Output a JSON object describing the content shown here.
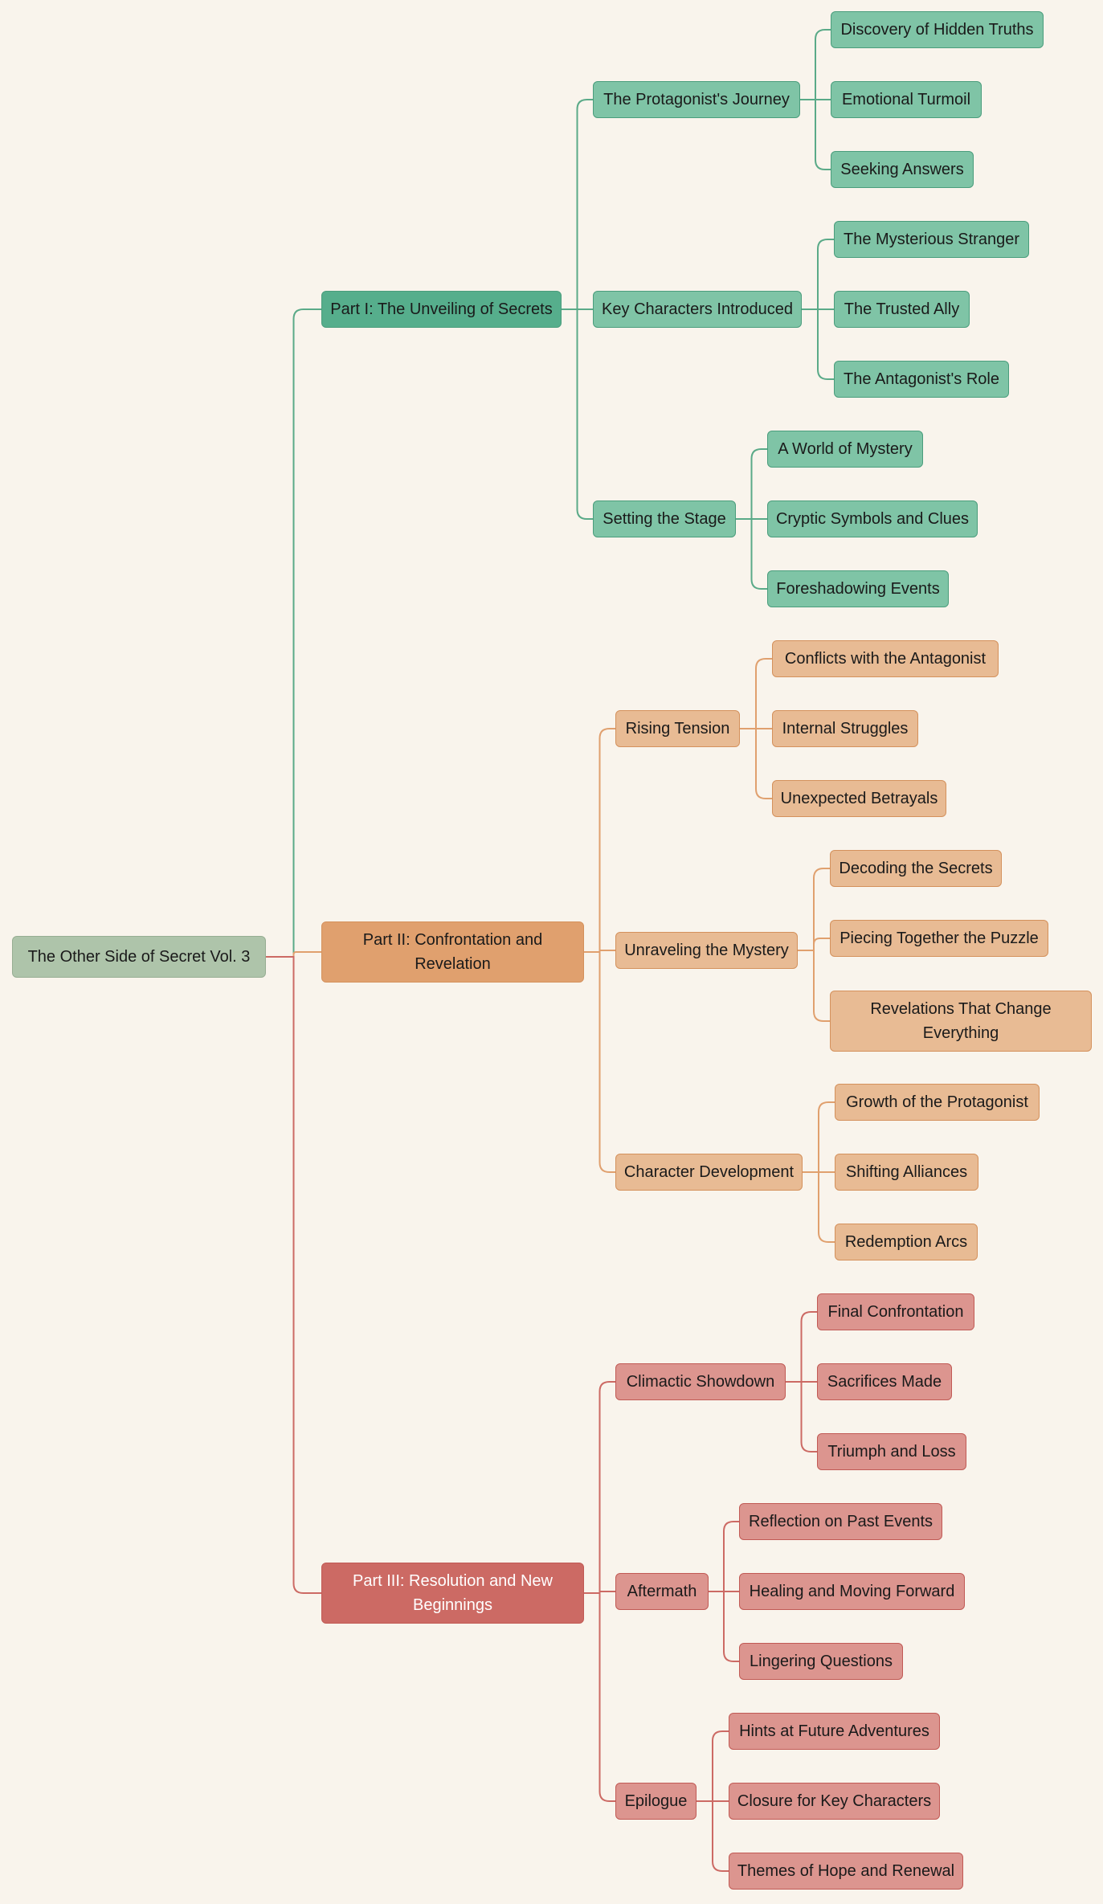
{
  "colors": {
    "background": "#f9f4ec",
    "root": {
      "fill": "#aec4aa",
      "border": "#97ae93",
      "text": "#1a1a1a"
    },
    "part1": {
      "main": "#56ae8c",
      "sub": "#7fc4a6",
      "border": "#4a9d7c",
      "line": "#5aaa88",
      "text": "#1a1a1a"
    },
    "part2": {
      "main": "#e0a06e",
      "sub": "#e8bb94",
      "border": "#d4915c",
      "line": "#e0a06e",
      "text": "#1a1a1a"
    },
    "part3": {
      "main": "#cc6a64",
      "sub": "#dc958f",
      "border": "#c15a55",
      "line": "#cc6a64",
      "text": "#ffffff",
      "sub_text": "#1a1a1a"
    }
  },
  "diagram": {
    "root": {
      "label": "The Other Side of Secret Vol. 3"
    },
    "parts": [
      {
        "label": "Part I: The Unveiling of Secrets",
        "theme": "part1",
        "sections": [
          {
            "label": "The Protagonist's Journey",
            "items": [
              "Discovery of Hidden Truths",
              "Emotional Turmoil",
              "Seeking Answers"
            ]
          },
          {
            "label": "Key Characters Introduced",
            "items": [
              "The Mysterious Stranger",
              "The Trusted Ally",
              "The Antagonist's Role"
            ]
          },
          {
            "label": "Setting the Stage",
            "items": [
              "A World of Mystery",
              "Cryptic Symbols and Clues",
              "Foreshadowing Events"
            ]
          }
        ]
      },
      {
        "label": "Part II: Confrontation and Revelation",
        "theme": "part2",
        "sections": [
          {
            "label": "Rising Tension",
            "items": [
              "Conflicts with the Antagonist",
              "Internal Struggles",
              "Unexpected Betrayals"
            ]
          },
          {
            "label": "Unraveling the Mystery",
            "items": [
              "Decoding the Secrets",
              "Piecing Together the Puzzle",
              "Revelations That Change Everything"
            ]
          },
          {
            "label": "Character Development",
            "items": [
              "Growth of the Protagonist",
              "Shifting Alliances",
              "Redemption Arcs"
            ]
          }
        ]
      },
      {
        "label": "Part III: Resolution and New Beginnings",
        "theme": "part3",
        "sections": [
          {
            "label": "Climactic Showdown",
            "items": [
              "Final Confrontation",
              "Sacrifices Made",
              "Triumph and Loss"
            ]
          },
          {
            "label": "Aftermath",
            "items": [
              "Reflection on Past Events",
              "Healing and Moving Forward",
              "Lingering Questions"
            ]
          },
          {
            "label": "Epilogue",
            "items": [
              "Hints at Future Adventures",
              "Closure for Key Characters",
              "Themes of Hope and Renewal"
            ]
          }
        ]
      }
    ]
  }
}
